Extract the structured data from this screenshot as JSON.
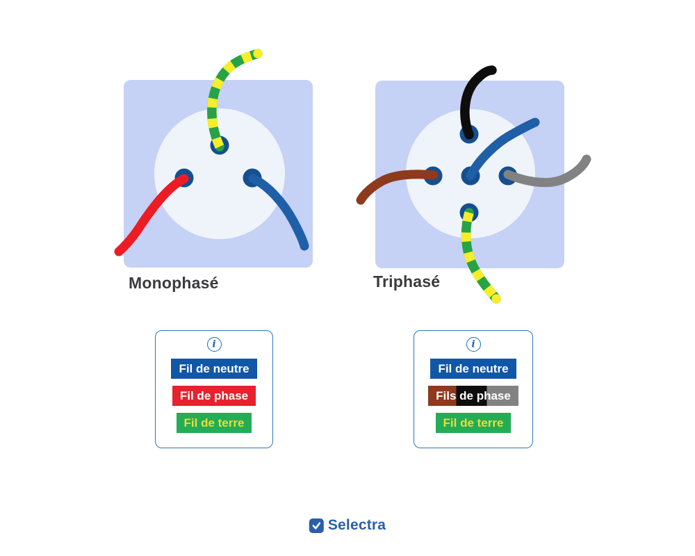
{
  "colors": {
    "panel-bg": "#c5d1f5",
    "socket-face": "#eff4fa",
    "hole": "#154f8f",
    "wire-red": "#ed1c24",
    "wire-blue": "#1f5fa8",
    "wire-green": "#27a346",
    "wire-yellow": "#f7ee2a",
    "wire-black": "#0d0d0d",
    "wire-brown": "#8e3a1c",
    "wire-gray": "#828282",
    "title-color": "#3b3b3d",
    "legend-border": "#2d75b8",
    "info-blue": "#1a6ab3",
    "brand-blue": "#2a5fa9"
  },
  "panels": {
    "monophase": {
      "title": "Monophasé"
    },
    "triphase": {
      "title": "Triphasé"
    }
  },
  "legends": {
    "monophase": {
      "info_icon": "i",
      "items": [
        {
          "label": "Fil de neutre",
          "style": "background:#1157a7;color:#ffffff"
        },
        {
          "label": "Fil de phase",
          "style": "background:#e8212e;color:#ffffff"
        },
        {
          "label": "Fil de terre",
          "style": "background:#23ad56;color:#f2da3a"
        }
      ]
    },
    "triphase": {
      "info_icon": "i",
      "items": [
        {
          "label": "Fil de neutre",
          "style": "background:#1157a7;color:#ffffff"
        },
        {
          "label": "Fils de phase",
          "style": "background:linear-gradient(to right,#8e3a1c 0 31%,#0d0d0d 31% 65%,#828282 65% 100%);color:#ffffff"
        },
        {
          "label": "Fil de terre",
          "style": "background:#23ad56;color:#f2da3a"
        }
      ]
    }
  },
  "footer": {
    "brand": "Selectra"
  }
}
